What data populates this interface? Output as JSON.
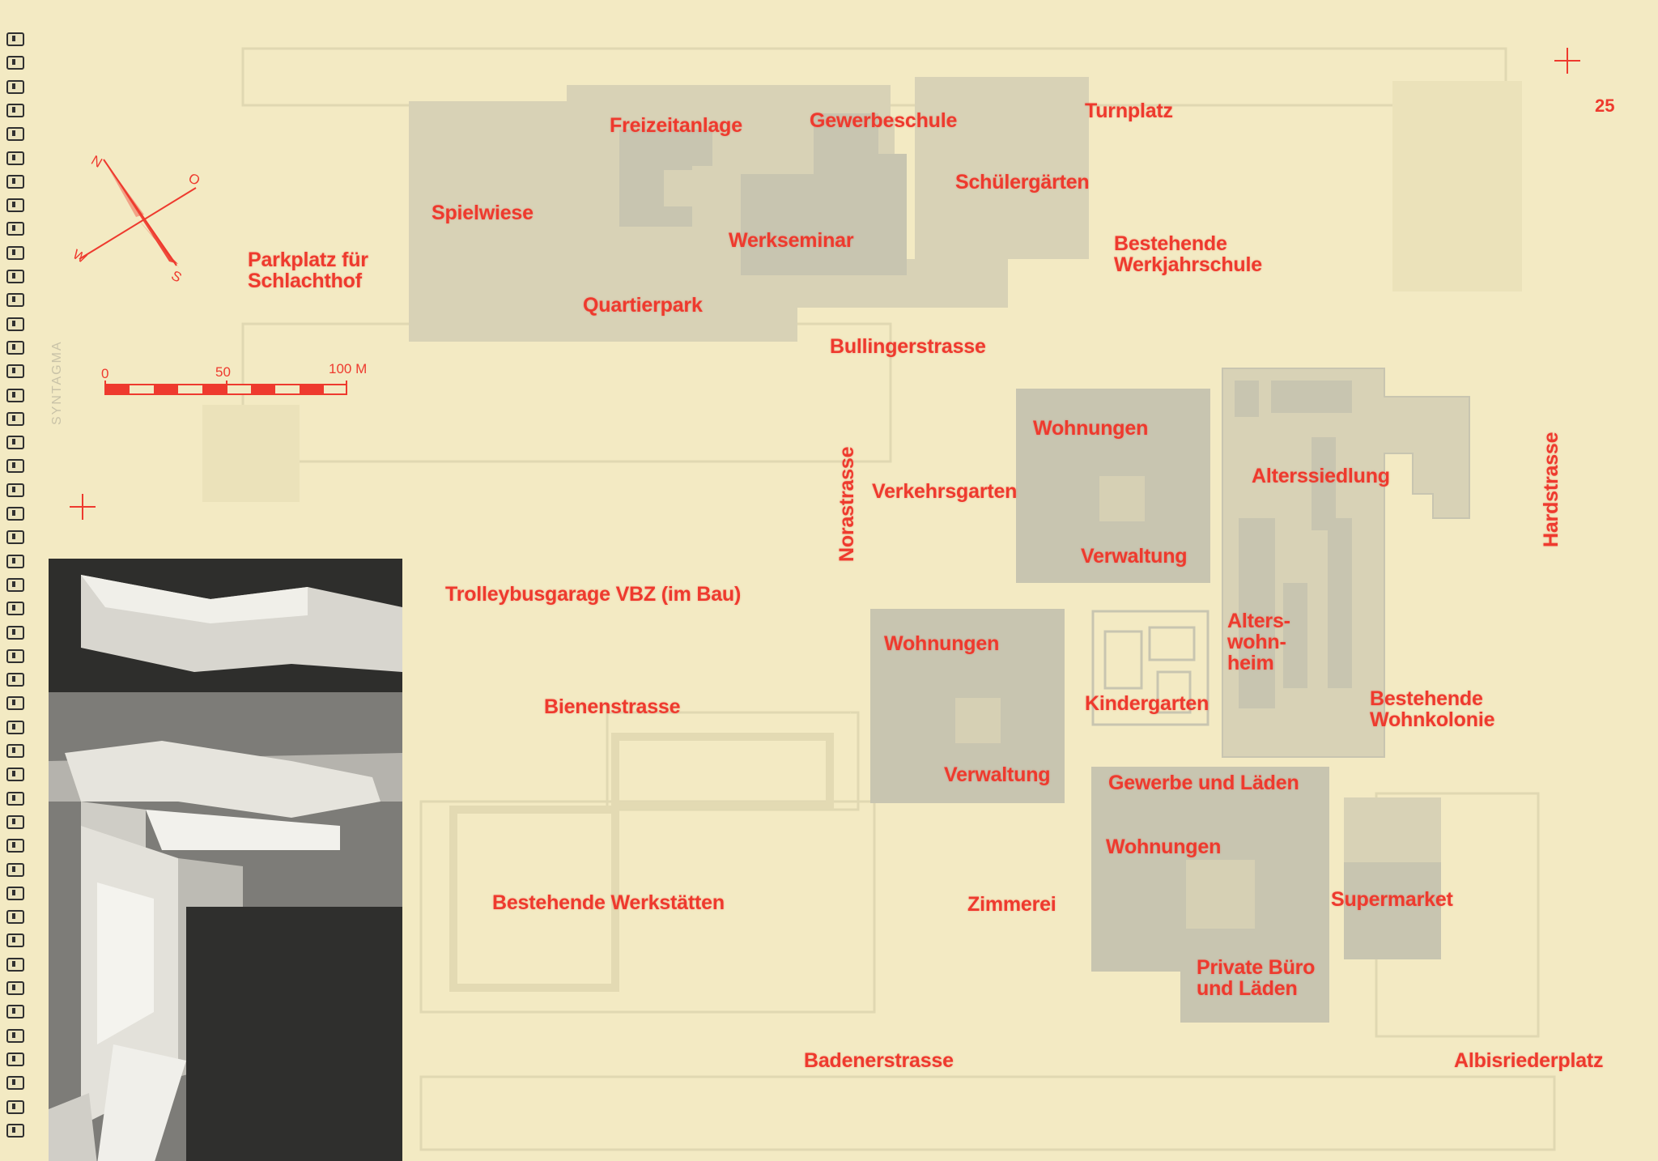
{
  "page_number": "25",
  "watermark": "SYNTAGMA",
  "compass": {
    "north": "N",
    "east": "O",
    "south": "S",
    "west": "W"
  },
  "scale_bar": {
    "start": "0",
    "mid": "50",
    "end": "100 M"
  },
  "labels": {
    "freizeitanlage": "Freizeitanlage",
    "gewerbeschule": "Gewerbeschule",
    "turnplatz": "Turnplatz",
    "schuelergaerten": "Schülergärten",
    "spielwiese": "Spielwiese",
    "werkseminar": "Werkseminar",
    "werkjahrschule": "Bestehende\nWerkjahrschule",
    "parkplatz": "Parkplatz für\nSchlachthof",
    "quartierpark": "Quartierpark",
    "bullingerstrasse": "Bullingerstrasse",
    "wohnungen_1": "Wohnungen",
    "verkehrsgarten": "Verkehrsgarten",
    "norastrasse": "Norastrasse",
    "alterssiedlung": "Alterssiedlung",
    "hardstrasse": "Hardstrasse",
    "verwaltung_1": "Verwaltung",
    "trolleybusgarage": "Trolleybusgarage VBZ (im Bau)",
    "alterswohnheim": "Alters-\nwohn-\nheim",
    "wohnungen_2": "Wohnungen",
    "kindergarten": "Kindergarten",
    "bienenstrasse": "Bienenstrasse",
    "wohnkolonie": "Bestehende\nWohnkolonie",
    "verwaltung_2": "Verwaltung",
    "gewerbe_laeden": "Gewerbe und Läden",
    "wohnungen_3": "Wohnungen",
    "werkstaetten": "Bestehende Werkstätten",
    "zimmerei": "Zimmerei",
    "supermarket": "Supermarket",
    "private_buero": "Private Büro\nund Läden",
    "badenerstrasse": "Badenerstrasse",
    "albisriederplatz": "Albisriederplatz"
  },
  "colors": {
    "label_red": "#ee3a2e",
    "paper": "#f3eac3",
    "building_grey": "#c8c5b0"
  }
}
